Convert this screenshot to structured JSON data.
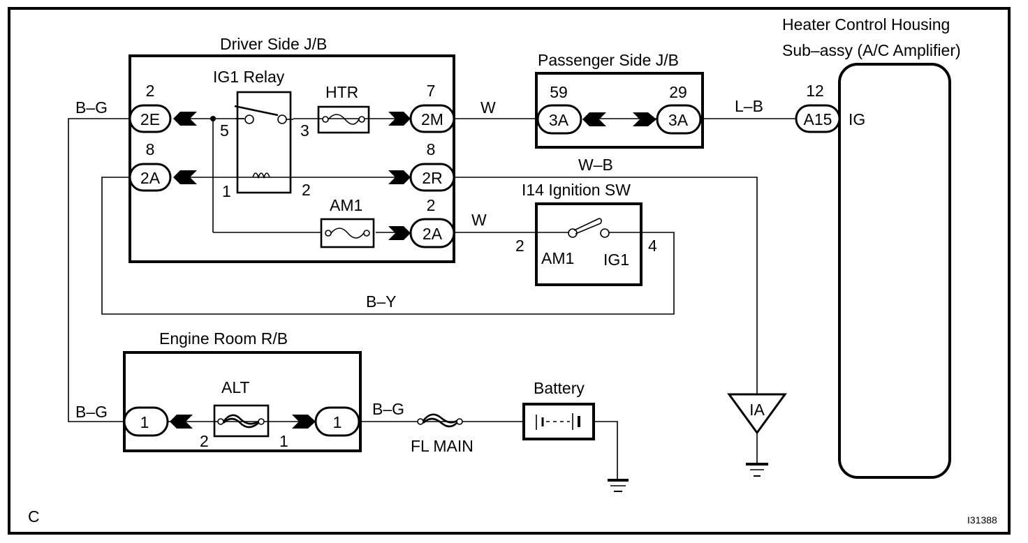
{
  "diagram": {
    "corner_label": "C",
    "figure_id": "I31388",
    "components": {
      "driver_jb": {
        "title": "Driver Side J/B",
        "relay_title": "IG1 Relay",
        "htr_fuse": "HTR",
        "am1_fuse": "AM1",
        "relay_pins": {
          "p5": "5",
          "p3": "3",
          "p1": "1",
          "p2": "2"
        },
        "connectors": {
          "c2e": {
            "id": "2E",
            "pin": "2"
          },
          "c2a_left": {
            "id": "2A",
            "pin": "8"
          },
          "c2m": {
            "id": "2M",
            "pin": "7"
          },
          "c2r": {
            "id": "2R",
            "pin": "8"
          },
          "c2a_right": {
            "id": "2A",
            "pin": "2"
          }
        }
      },
      "passenger_jb": {
        "title": "Passenger Side J/B",
        "connectors": {
          "left": {
            "id": "3A",
            "pin": "59"
          },
          "right": {
            "id": "3A",
            "pin": "29"
          }
        }
      },
      "ignition_sw": {
        "title": "I14 Ignition SW",
        "pin_left": "2",
        "pin_right": "4",
        "term_left": "AM1",
        "term_right": "IG1"
      },
      "heater_control": {
        "title_line1": "Heater Control Housing",
        "title_line2": "Sub–assy (A/C Amplifier)",
        "connector": {
          "id": "A15",
          "pin": "12"
        },
        "terminal": "IG"
      },
      "engine_room_rb": {
        "title": "Engine Room R/B",
        "fuse": "ALT",
        "left_conn": "1",
        "right_conn": "1",
        "pin_left": "2",
        "pin_right": "1"
      },
      "fl_main": "FL MAIN",
      "battery": "Battery",
      "ground_point": "IA"
    },
    "wires": {
      "bg_top": "B–G",
      "w_2m": "W",
      "lb": "L–B",
      "wb": "W–B",
      "w_am1": "W",
      "by": "B–Y",
      "bg_bottom_left": "B–G",
      "bg_bottom_right": "B–G"
    }
  }
}
